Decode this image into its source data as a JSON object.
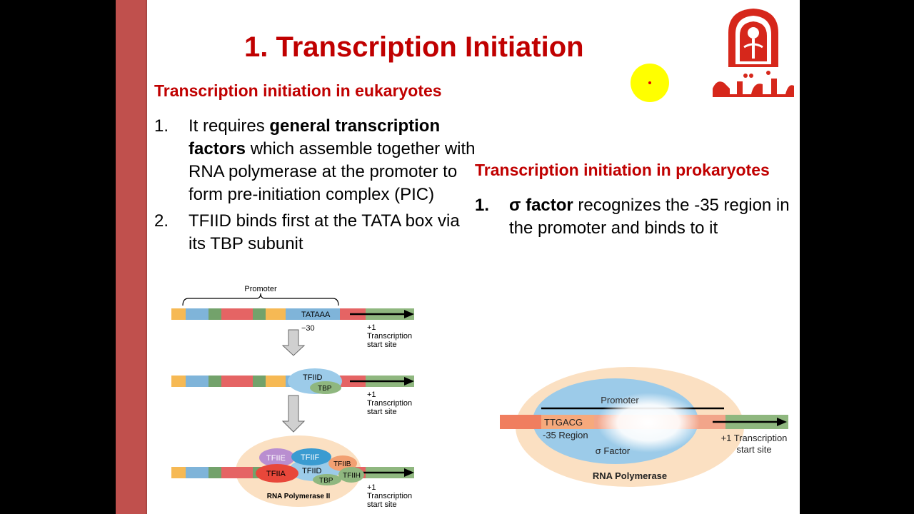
{
  "slide": {
    "title": "1.  Transcription Initiation",
    "euk_heading": "Transcription initiation in eukaryotes",
    "euk_items": [
      {
        "num": "1.",
        "pre": "It requires ",
        "bold": "general transcription factors",
        "post": " which assemble together with RNA polymerase at the promoter to form pre-initiation complex (PIC)"
      },
      {
        "num": "2.",
        "pre": "TFIID binds first at the TATA box via its TBP subunit",
        "bold": "",
        "post": ""
      }
    ],
    "prok_heading": "Transcription initiation in prokaryotes",
    "prok_items": [
      {
        "num": "1.",
        "pre": "",
        "bold": "σ factor",
        "post": " recognizes the  -35 region in the promoter and binds to it"
      }
    ]
  },
  "euk_diagram": {
    "promoter_label": "Promoter",
    "tata_label": "TATAAA",
    "minus30_label": "−30",
    "start_label": [
      "+1",
      "Transcription",
      "start site"
    ],
    "tfiid_label": "TFIID",
    "tbp_label": "TBP",
    "tfiie_label": "TFIIE",
    "tfiif_label": "TFIIF",
    "tfiib_label": "TFIIB",
    "tfiia_label": "TFIIA",
    "tfiih_label": "TFIIH",
    "rnap2_label": "RNA Polymerase II"
  },
  "prok_diagram": {
    "promoter_label": "Promoter",
    "ttgacg_label": "TTGACG",
    "region_label": "-35 Region",
    "sigma_label": "σ Factor",
    "start_label": [
      "+1 Transcription",
      "start site"
    ],
    "rnap_label": "RNA Polymerase"
  },
  "colors": {
    "accent_red": "#c00000",
    "side_bar": "#c0504d",
    "pointer": "#ffff00"
  }
}
